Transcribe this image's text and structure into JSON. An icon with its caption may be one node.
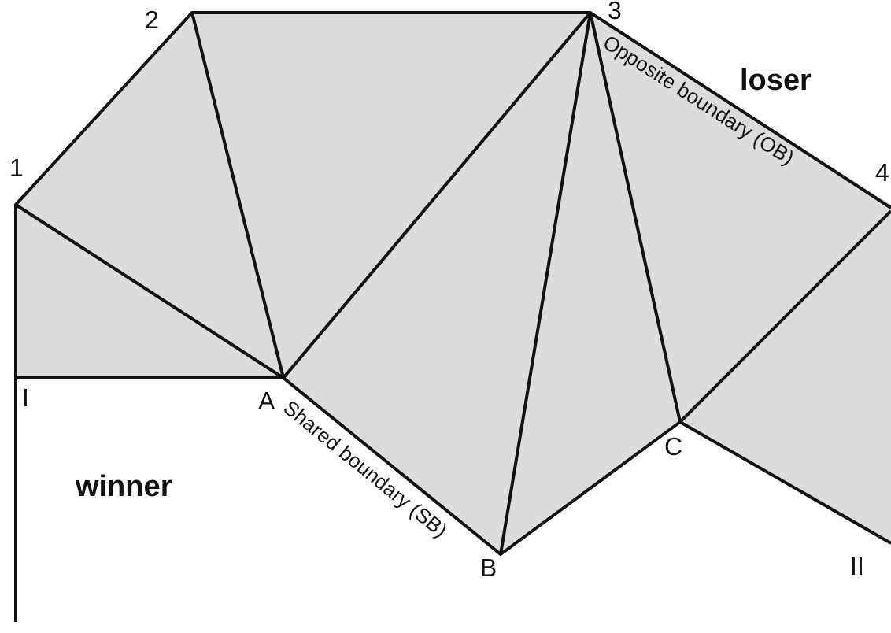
{
  "diagram": {
    "labels": [
      "2",
      "3",
      "1",
      "loser",
      "Opposite boundary (OB)",
      "4",
      "I",
      "A",
      "Shared boundary (SB)",
      "C",
      "winner",
      "B",
      "II"
    ]
  }
}
